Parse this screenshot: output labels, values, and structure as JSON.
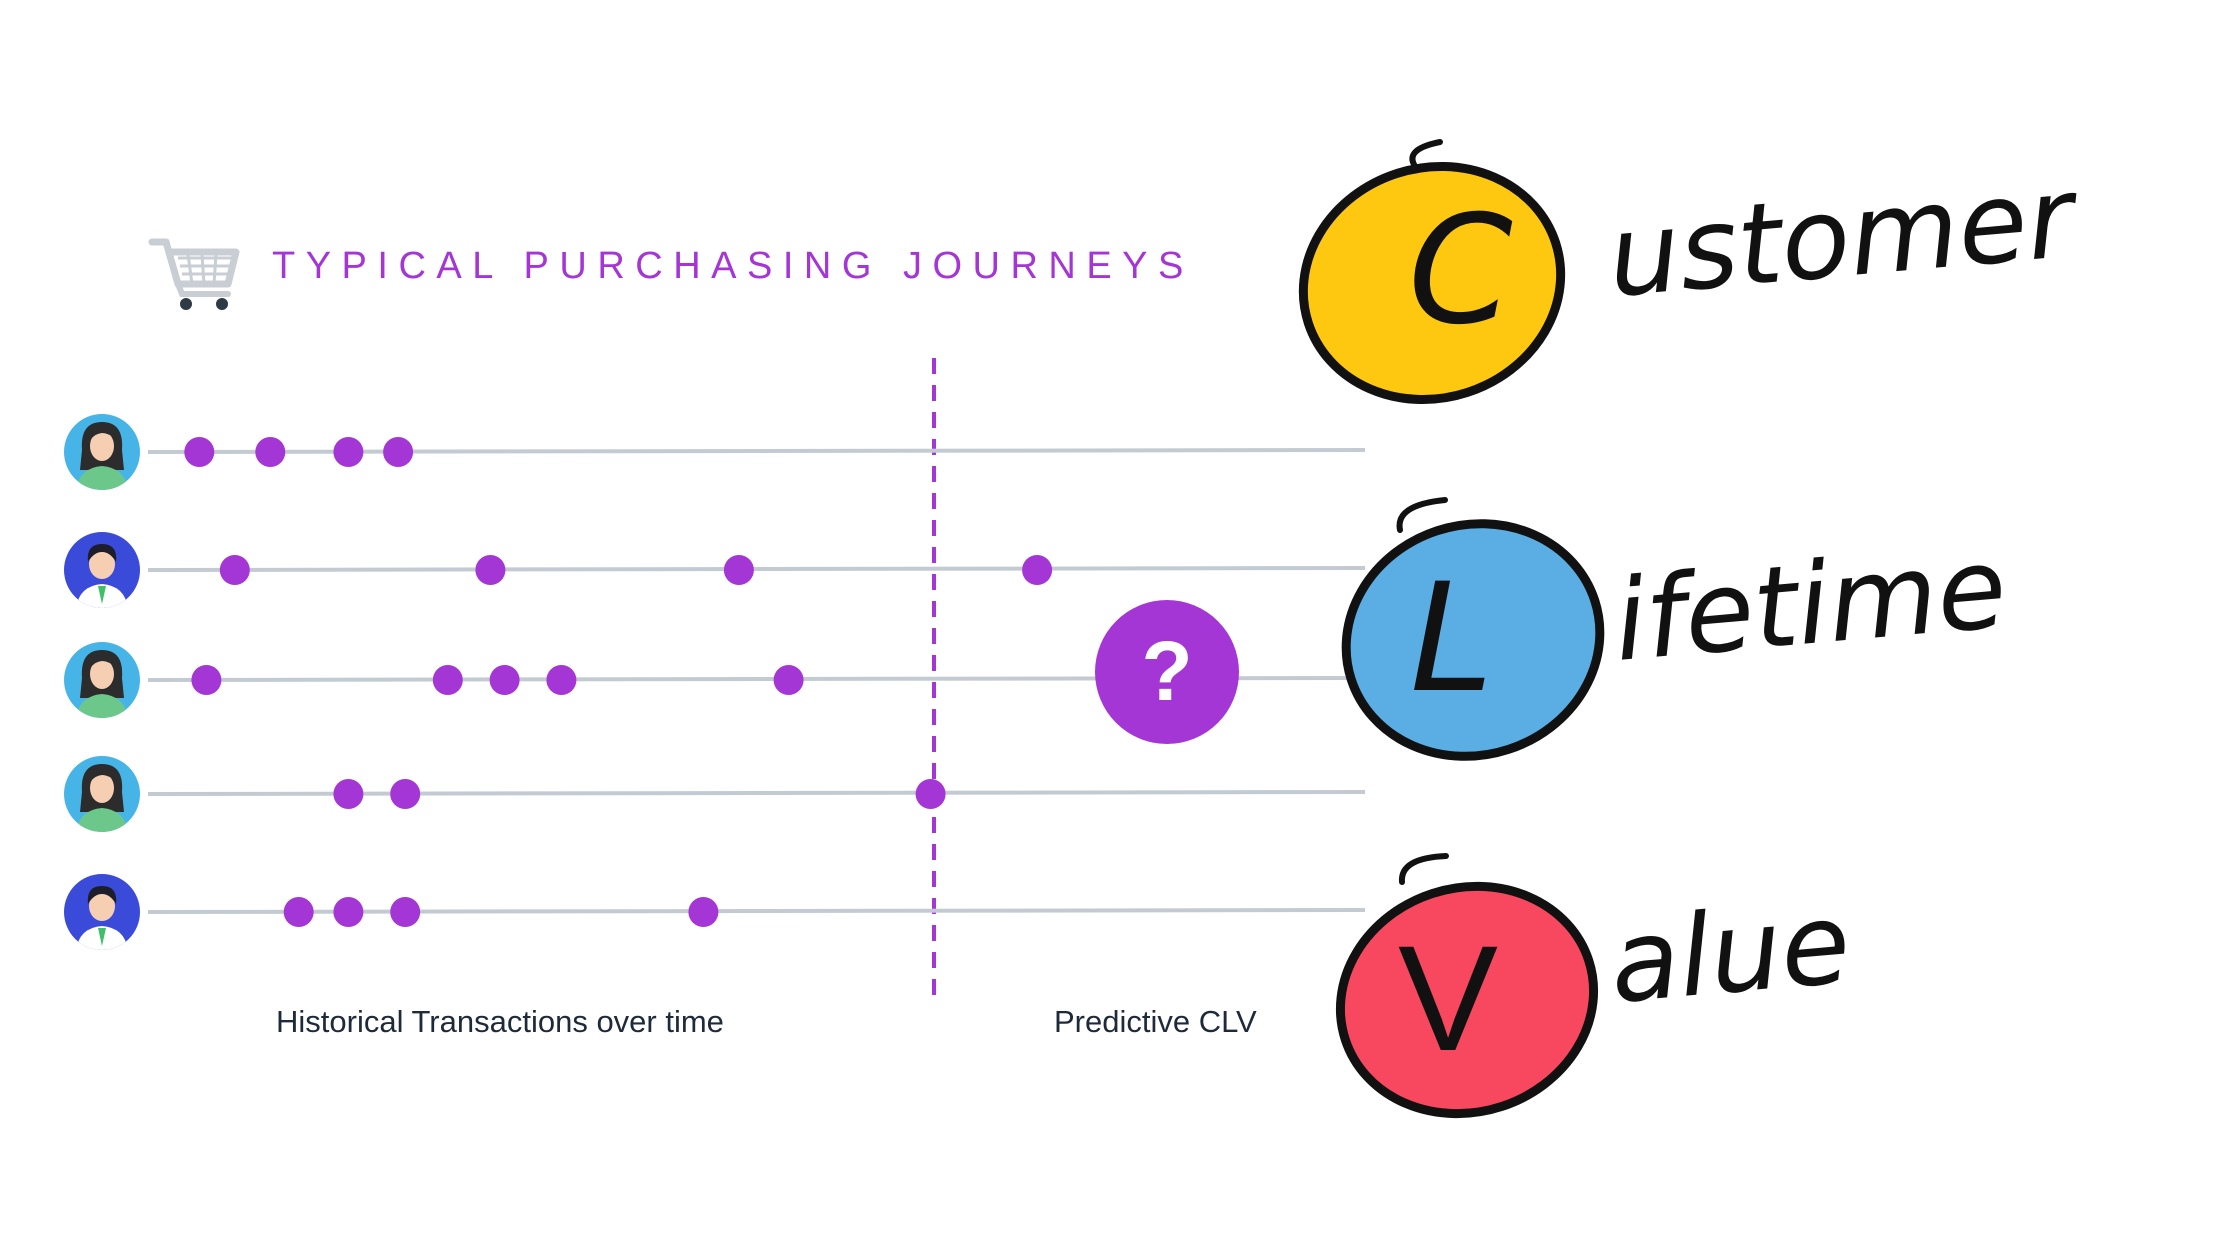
{
  "header": {
    "icon": "shopping-cart-icon",
    "title": "TYPICAL PURCHASING JOURNEYS"
  },
  "colors": {
    "accent": "#a536d6",
    "timeline": "#c3cad1",
    "female_avatar_bg": "#47b4e8",
    "male_avatar_bg": "#3b4bd9",
    "c_circle": "#fec811",
    "l_circle": "#5aaee3",
    "v_circle": "#f7485f"
  },
  "customers": [
    {
      "avatar": "female-customer-icon",
      "purchases": [
        0.03,
        0.13,
        0.24,
        0.31
      ]
    },
    {
      "avatar": "male-customer-icon",
      "purchases": [
        0.08,
        0.44,
        0.79,
        1.21
      ]
    },
    {
      "avatar": "female-customer-icon",
      "purchases": [
        0.04,
        0.38,
        0.46,
        0.54,
        0.86
      ]
    },
    {
      "avatar": "female-customer-icon",
      "purchases": [
        0.24,
        0.32,
        1.06
      ]
    },
    {
      "avatar": "male-customer-icon",
      "purchases": [
        0.17,
        0.24,
        0.32,
        0.74
      ]
    }
  ],
  "prediction": {
    "symbol": "?"
  },
  "labels": {
    "historical": "Historical  Transactions over time",
    "predictive": "Predictive CLV"
  },
  "acronym": [
    {
      "letter": "C",
      "rest": "ustomer"
    },
    {
      "letter": "L",
      "rest": "ifetime"
    },
    {
      "letter": "V",
      "rest": "alue"
    }
  ]
}
